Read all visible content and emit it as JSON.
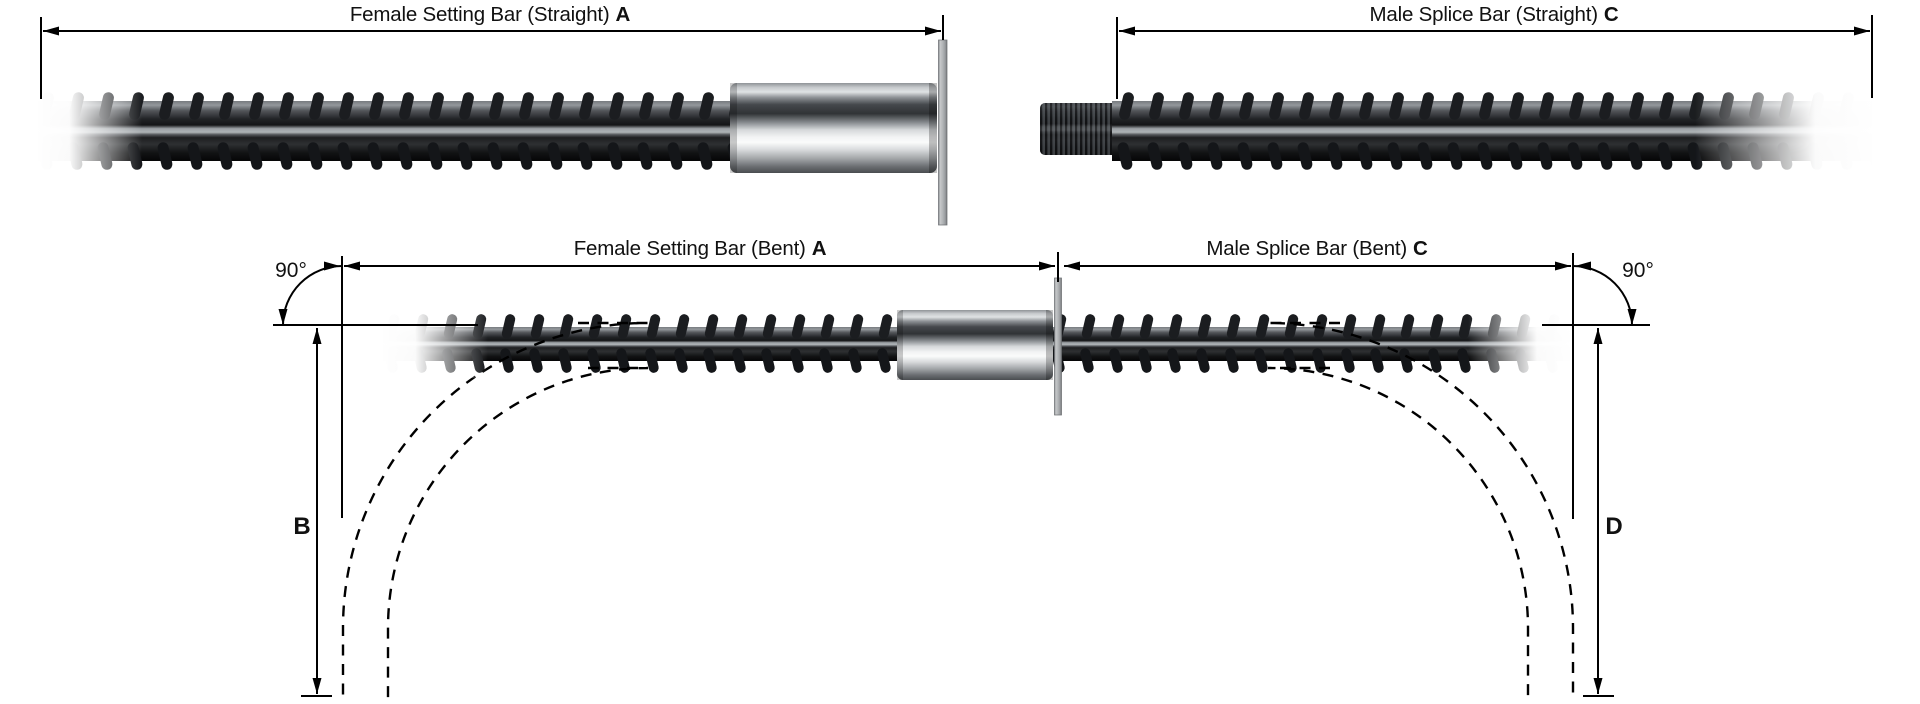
{
  "diagrams": {
    "female_straight": {
      "label": "Female Setting Bar (Straight)",
      "letter": "A"
    },
    "male_straight": {
      "label": "Male Splice Bar (Straight)",
      "letter": "C"
    },
    "female_bent": {
      "label": "Female Setting Bar (Bent)",
      "letter": "A"
    },
    "male_bent": {
      "label": "Male Splice Bar (Bent)",
      "letter": "C"
    }
  },
  "annotations": {
    "angle_left": "90°",
    "angle_right": "90°",
    "left_leg_dim": "B",
    "right_leg_dim": "D"
  },
  "colors": {
    "line": "#000000",
    "background": "#ffffff",
    "flange": "#b2b5b7",
    "coupler_highlight": "#f2f3f4",
    "bar_dark": "#141517"
  }
}
